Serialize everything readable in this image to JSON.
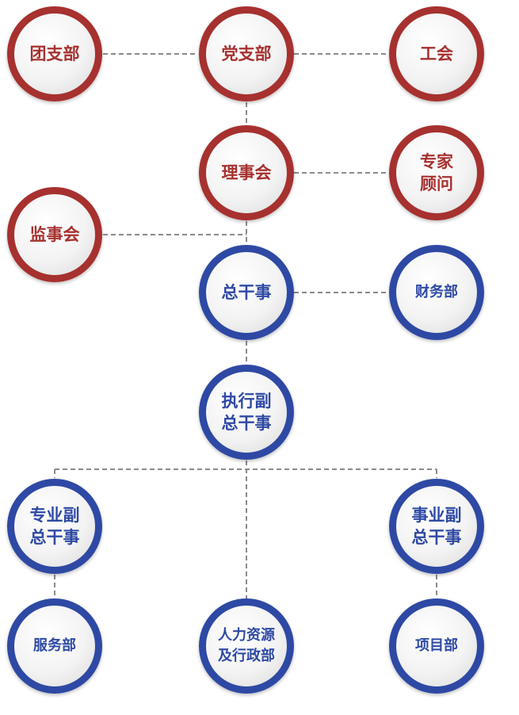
{
  "colors": {
    "governance_ring": "#a6312f",
    "executive_ring": "#2e49a4",
    "connector": "#8a8a8a"
  },
  "nodes": {
    "youth_league_branch": "团支部",
    "party_branch": "党支部",
    "labor_union": "工会",
    "council": "理事会",
    "expert_advisors": "专家\n顾问",
    "supervisory_board": "监事会",
    "secretary_general": "总干事",
    "finance_dept": "财务部",
    "executive_deputy_sg": "执行副\n总干事",
    "professional_deputy_sg": "专业副\n总干事",
    "business_deputy_sg": "事业副\n总干事",
    "service_dept": "服务部",
    "hr_admin_dept": "人力资源\n及行政部",
    "project_dept": "项目部"
  }
}
